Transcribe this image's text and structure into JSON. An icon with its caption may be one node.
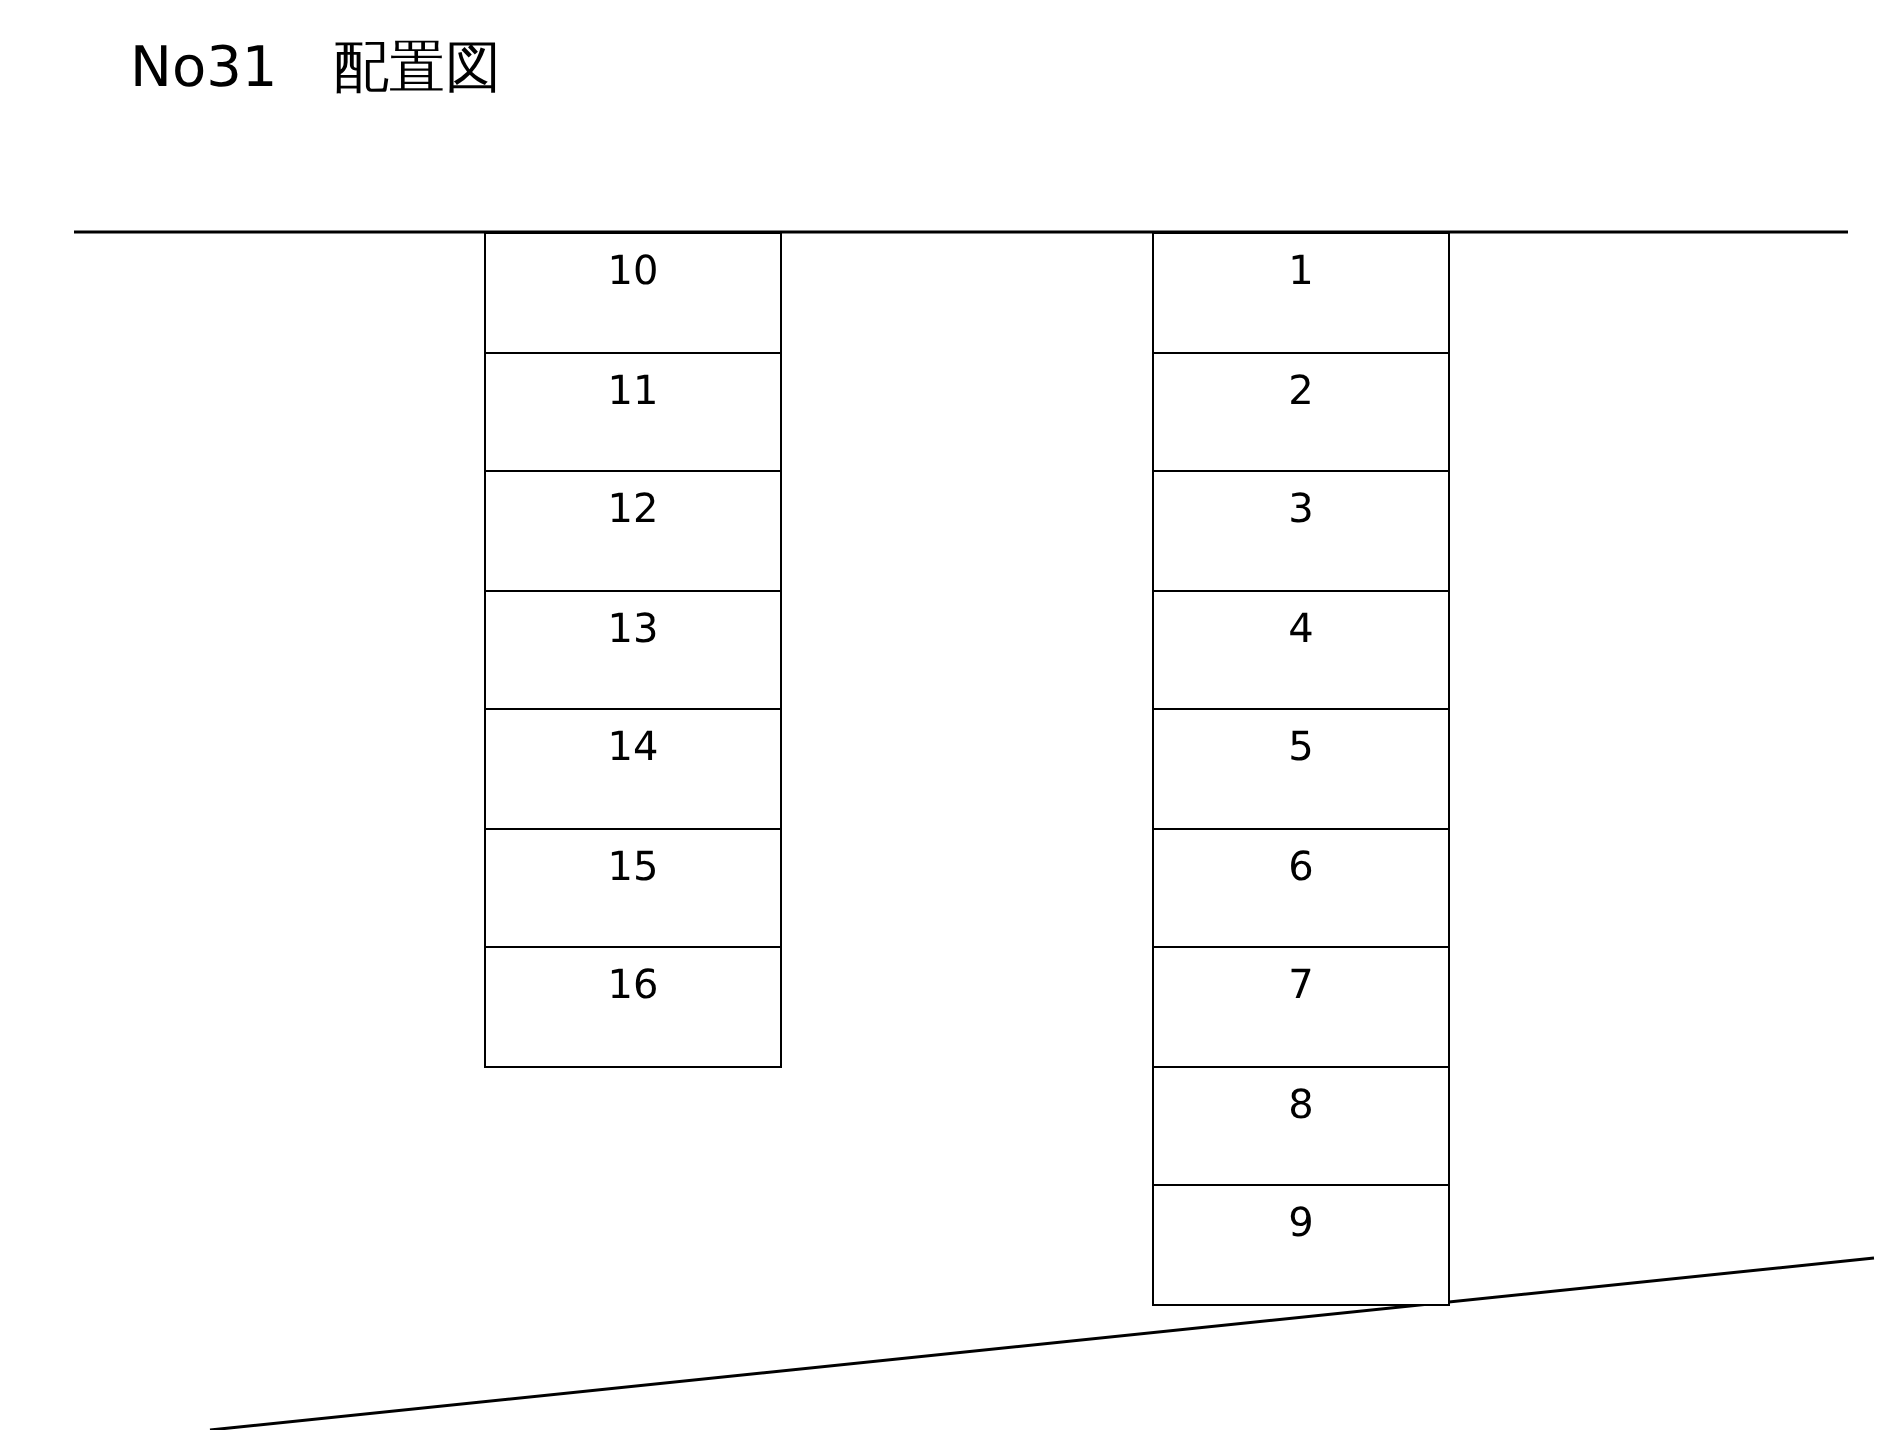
{
  "diagram": {
    "title": "No31　配置図",
    "nodes": [
      {
        "text": [
          "10"
        ]
      },
      {
        "text": [
          "11"
        ]
      },
      {
        "text": [
          "12"
        ]
      },
      {
        "text": [
          "13"
        ]
      },
      {
        "text": [
          "14"
        ]
      },
      {
        "text": [
          "15"
        ]
      },
      {
        "text": [
          "16"
        ]
      },
      {
        "text": [
          "1"
        ]
      },
      {
        "text": [
          "2"
        ]
      },
      {
        "text": [
          "3"
        ]
      },
      {
        "text": [
          "4"
        ]
      },
      {
        "text": [
          "5"
        ]
      },
      {
        "text": [
          "6"
        ]
      },
      {
        "text": [
          "7"
        ]
      },
      {
        "text": [
          "8"
        ]
      },
      {
        "text": [
          "9"
        ]
      }
    ]
  }
}
